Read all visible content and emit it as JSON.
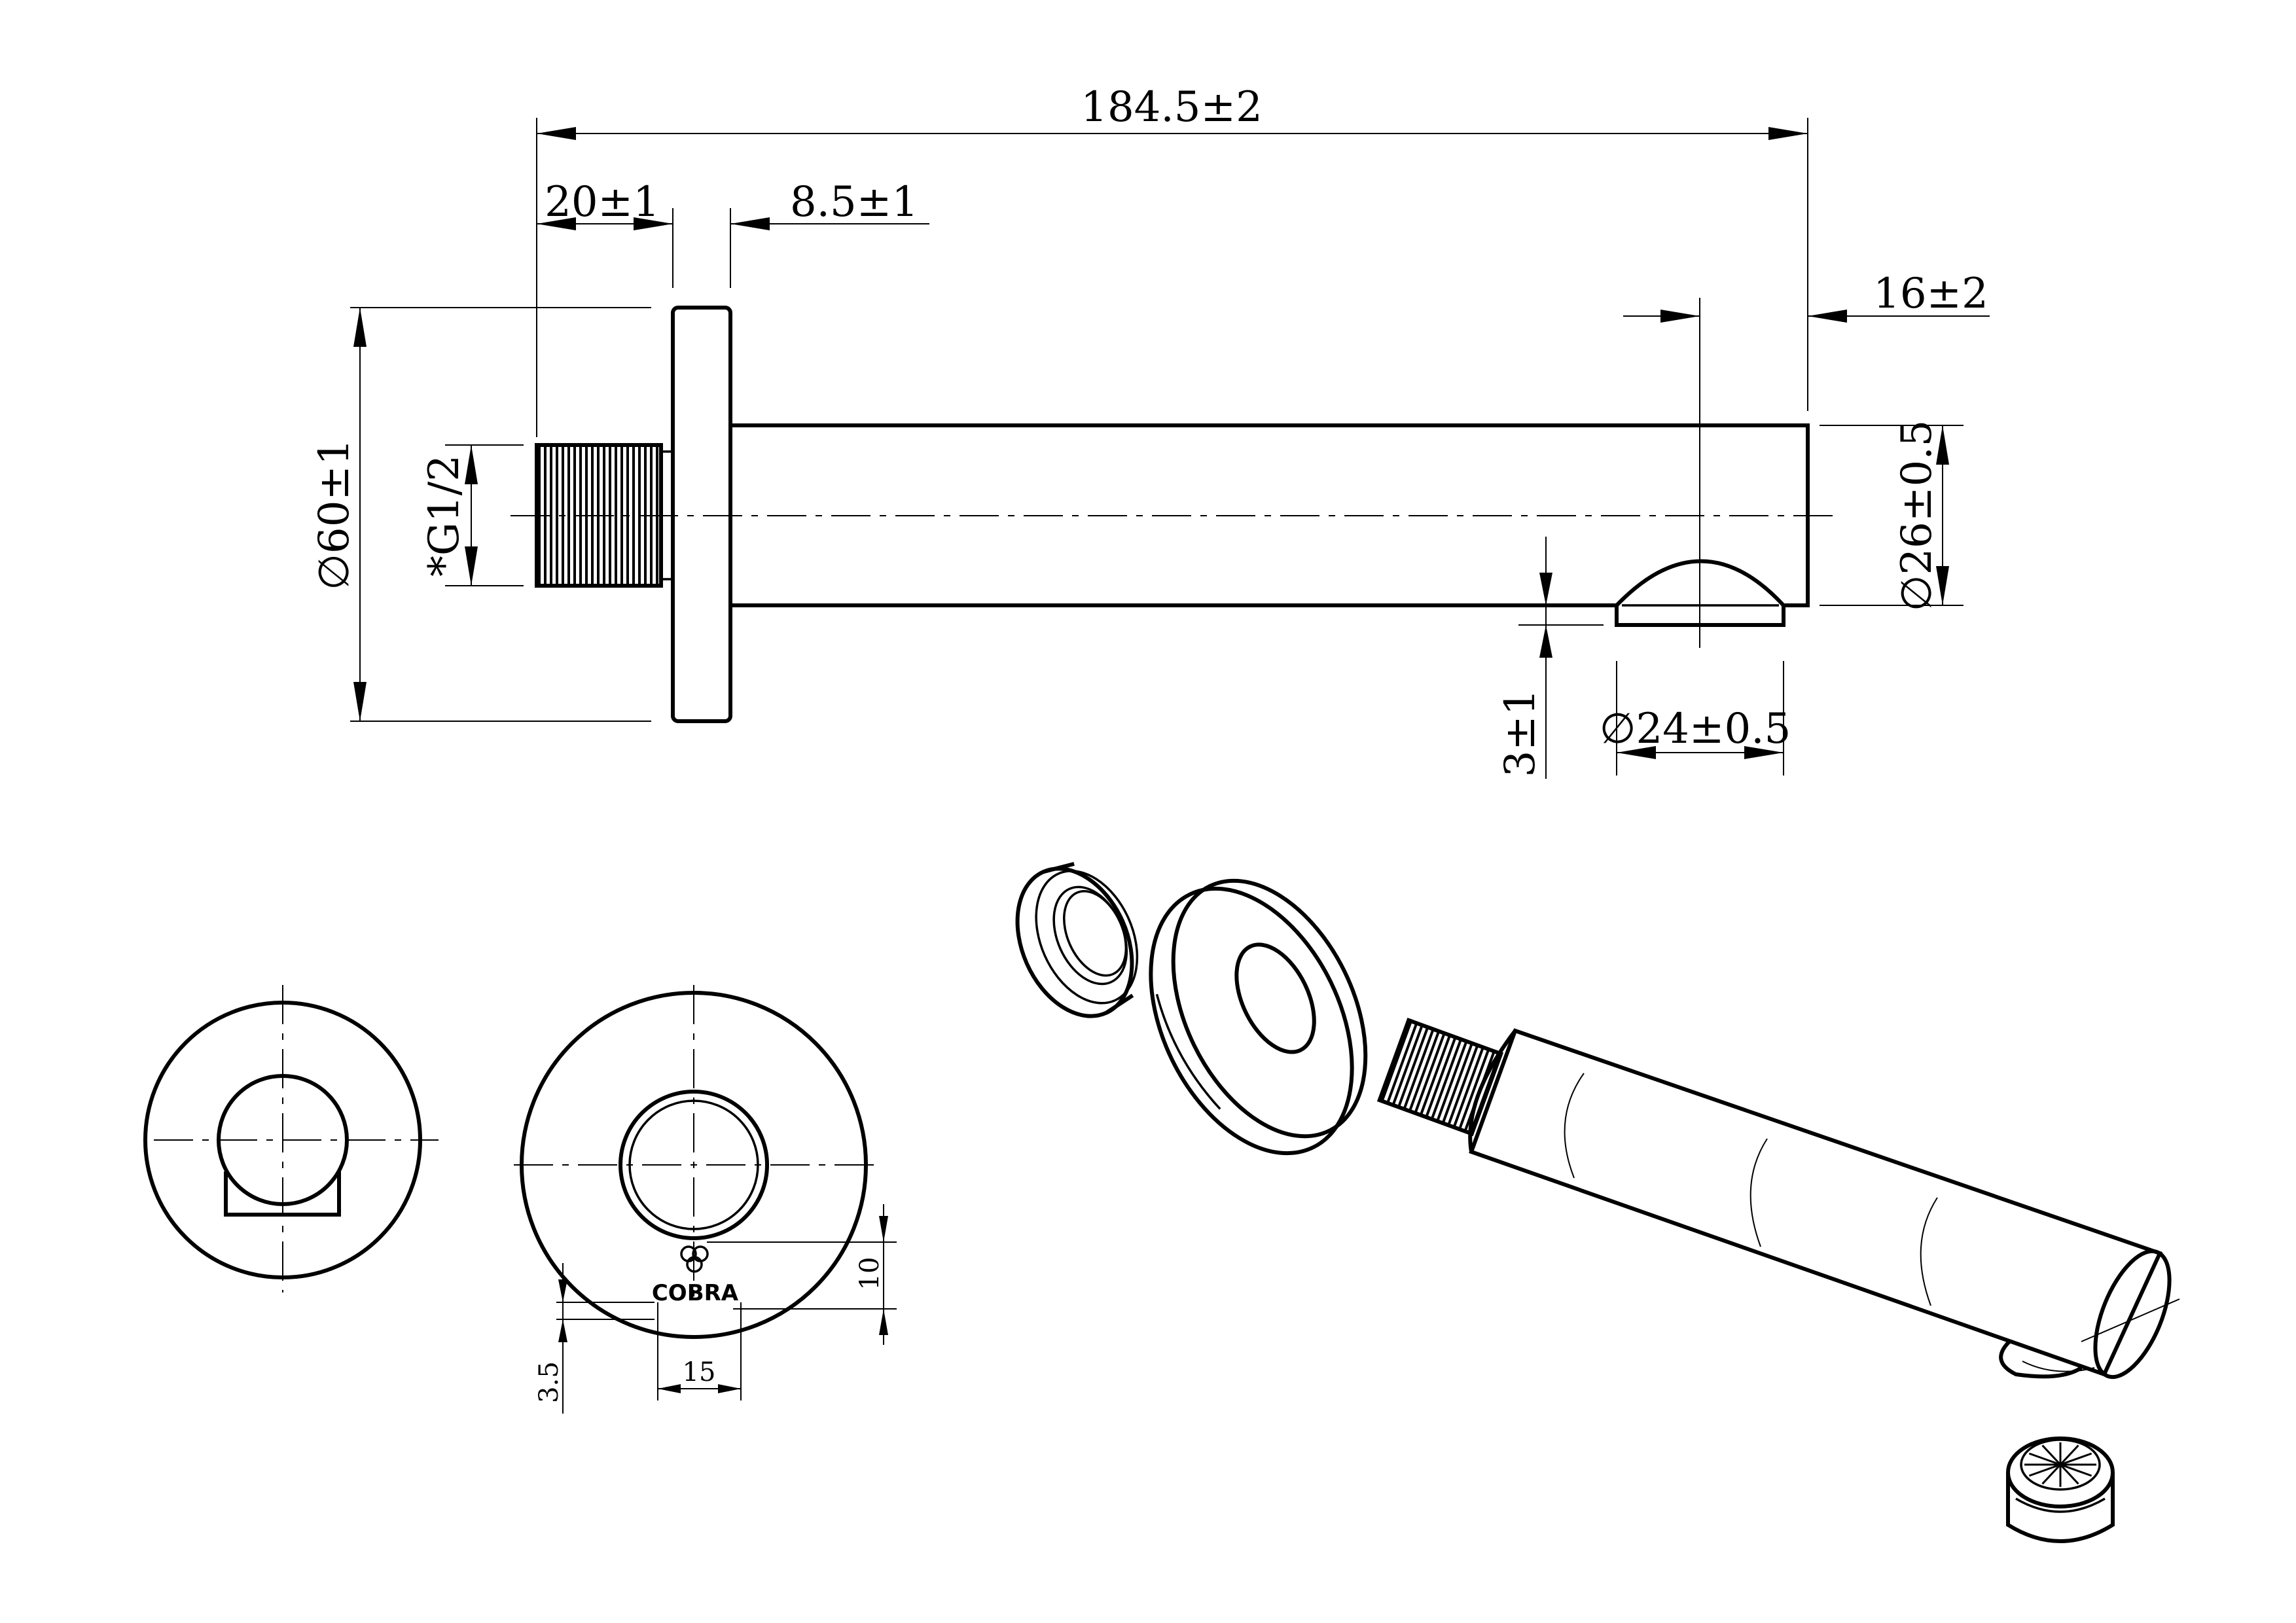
{
  "dimensions": {
    "overall_length": "184.5±2",
    "flange_offset": "20±1",
    "flange_thickness": "8.5±1",
    "outlet_offset": "16±2",
    "flange_diameter": "∅60±1",
    "thread": "*G1/2",
    "pipe_diameter": "∅26±0.5",
    "outlet_diameter": "∅24±0.5",
    "outlet_depth": "3±1"
  },
  "front_view": {
    "logo_text": "COBRA",
    "dim_logo_height": "10",
    "dim_logo_width": "15",
    "dim_logo_offset": "3.5"
  },
  "icons": [
    "cobra-logo-icon",
    "rotation-arrow-icon",
    "aerator-icon"
  ]
}
